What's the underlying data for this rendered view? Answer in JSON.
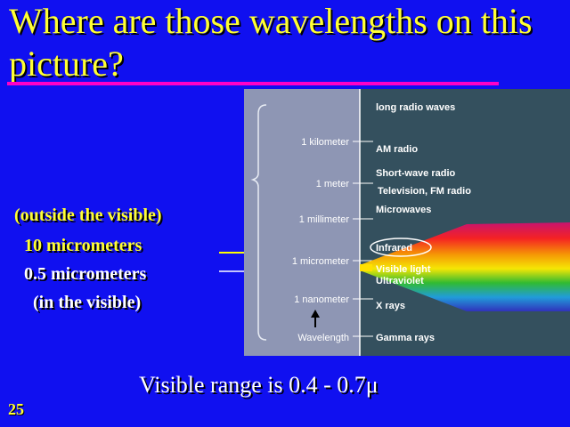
{
  "title": "Where are those wavelengths on this picture?",
  "labels": {
    "outside": "(outside the visible)",
    "ten_micrometers": "10 micrometers",
    "half_micrometers": "0.5 micrometers",
    "inside": "(in the visible)"
  },
  "bottom_text": "Visible range is 0.4 - 0.7μ",
  "slide_number": "25",
  "scale_labels": [
    "1 kilometer",
    "1 meter",
    "1 millimeter",
    "1 micrometer",
    "1 nanometer",
    "Wavelength"
  ],
  "band_labels": [
    "long radio waves",
    "AM radio",
    "Short-wave radio",
    "Television, FM radio",
    "Microwaves",
    "Infrared",
    "Visible light",
    "Ultraviolet",
    "X rays",
    "Gamma rays"
  ],
  "colors": {
    "background": "#1010f0",
    "title": "#ffff33",
    "underline": "#ff00c8",
    "left_panel": "#8e96b4",
    "right_panel": "#34505e"
  }
}
